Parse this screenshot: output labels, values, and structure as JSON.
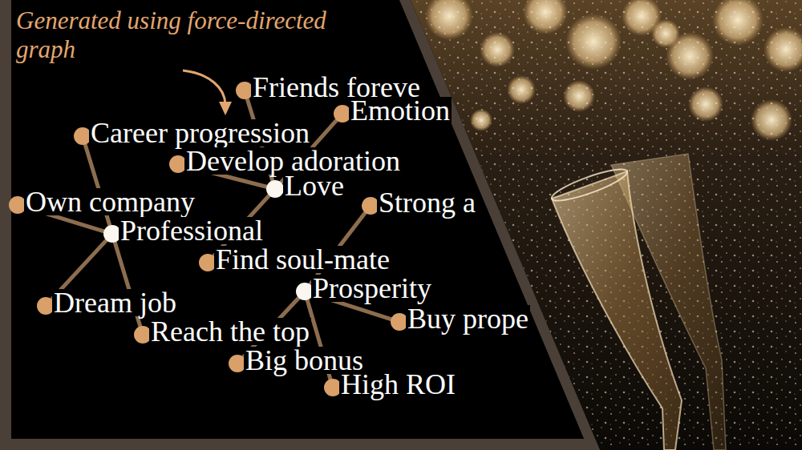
{
  "diagram": {
    "nodes": [
      {
        "text": [
          "Friends foreve"
        ]
      },
      {
        "text": [
          "Emotion"
        ]
      },
      {
        "text": [
          "Career progression"
        ]
      },
      {
        "text": [
          "Develop adoration"
        ]
      },
      {
        "text": [
          "Love"
        ]
      },
      {
        "text": [
          "Own company"
        ]
      },
      {
        "text": [
          "Strong a"
        ]
      },
      {
        "text": [
          "Professional"
        ]
      },
      {
        "text": [
          "Find soul-mate"
        ]
      },
      {
        "text": [
          "Prosperity"
        ]
      },
      {
        "text": [
          "Dream job"
        ]
      },
      {
        "text": [
          "Buy prope"
        ]
      },
      {
        "text": [
          "Reach the top"
        ]
      },
      {
        "text": [
          "Big bonus"
        ]
      },
      {
        "text": [
          "High ROI"
        ]
      }
    ],
    "edges": [
      {
        "from": 4,
        "to": 0,
        "arrow": "none"
      },
      {
        "from": 4,
        "to": 1,
        "arrow": "none"
      },
      {
        "from": 4,
        "to": 3,
        "arrow": "none"
      },
      {
        "from": 4,
        "to": 8,
        "arrow": "none"
      },
      {
        "from": 7,
        "to": 2,
        "arrow": "none"
      },
      {
        "from": 7,
        "to": 5,
        "arrow": "none"
      },
      {
        "from": 7,
        "to": 10,
        "arrow": "none"
      },
      {
        "from": 7,
        "to": 12,
        "arrow": "none"
      },
      {
        "from": 9,
        "to": 6,
        "arrow": "none"
      },
      {
        "from": 9,
        "to": 11,
        "arrow": "none"
      },
      {
        "from": 9,
        "to": 13,
        "arrow": "none"
      },
      {
        "from": 9,
        "to": 14,
        "arrow": "none"
      }
    ],
    "labels": [
      "Generated using force-directed graph"
    ]
  }
}
